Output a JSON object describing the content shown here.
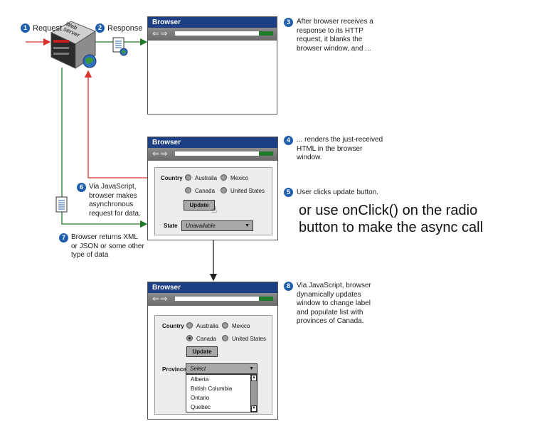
{
  "steps": {
    "s1": {
      "num": "1",
      "text": "Request"
    },
    "s2": {
      "num": "2",
      "text": "Response"
    },
    "s3": {
      "num": "3",
      "lines": [
        "After browser receives a",
        "response to its HTTP",
        "request, it blanks the",
        "browser window, and ..."
      ]
    },
    "s4": {
      "num": "4",
      "lines": [
        "... renders the just-received",
        "HTML in the browser",
        "window."
      ]
    },
    "s5": {
      "num": "5",
      "text": "User clicks update button."
    },
    "s6": {
      "num": "6",
      "lines": [
        "Via JavaScript,",
        "browser makes",
        "asynchronous",
        "request for data."
      ]
    },
    "s7": {
      "num": "7",
      "lines": [
        "Browser returns XML",
        "or JSON or some other",
        "type of data"
      ]
    },
    "s8": {
      "num": "8",
      "lines": [
        "Via JavaScript, browser",
        "dynamically updates",
        "window to change label",
        "and populate list with",
        "provinces of Canada."
      ]
    }
  },
  "annotation": {
    "lines": [
      "or use onClick() on the radio",
      "button to make the async call"
    ]
  },
  "server": {
    "label_line1": "Web",
    "label_line2": "server"
  },
  "browser": {
    "title": "Browser",
    "nav": "⇐ ⇒"
  },
  "form": {
    "country_label": "Country",
    "options": [
      "Australia",
      "Mexico",
      "Canada",
      "United States"
    ],
    "update_label": "Update",
    "state_label": "State",
    "state_value": "Unavailable",
    "province_label": "Province",
    "province_value": "Select",
    "provinces": [
      "Alberta",
      "British Columbia",
      "Ontario",
      "Quebec"
    ]
  },
  "colors": {
    "request": "#d9342b",
    "response": "#1f7a2a",
    "callout": "#1f5fae",
    "titlebar": "#1d3f86"
  }
}
